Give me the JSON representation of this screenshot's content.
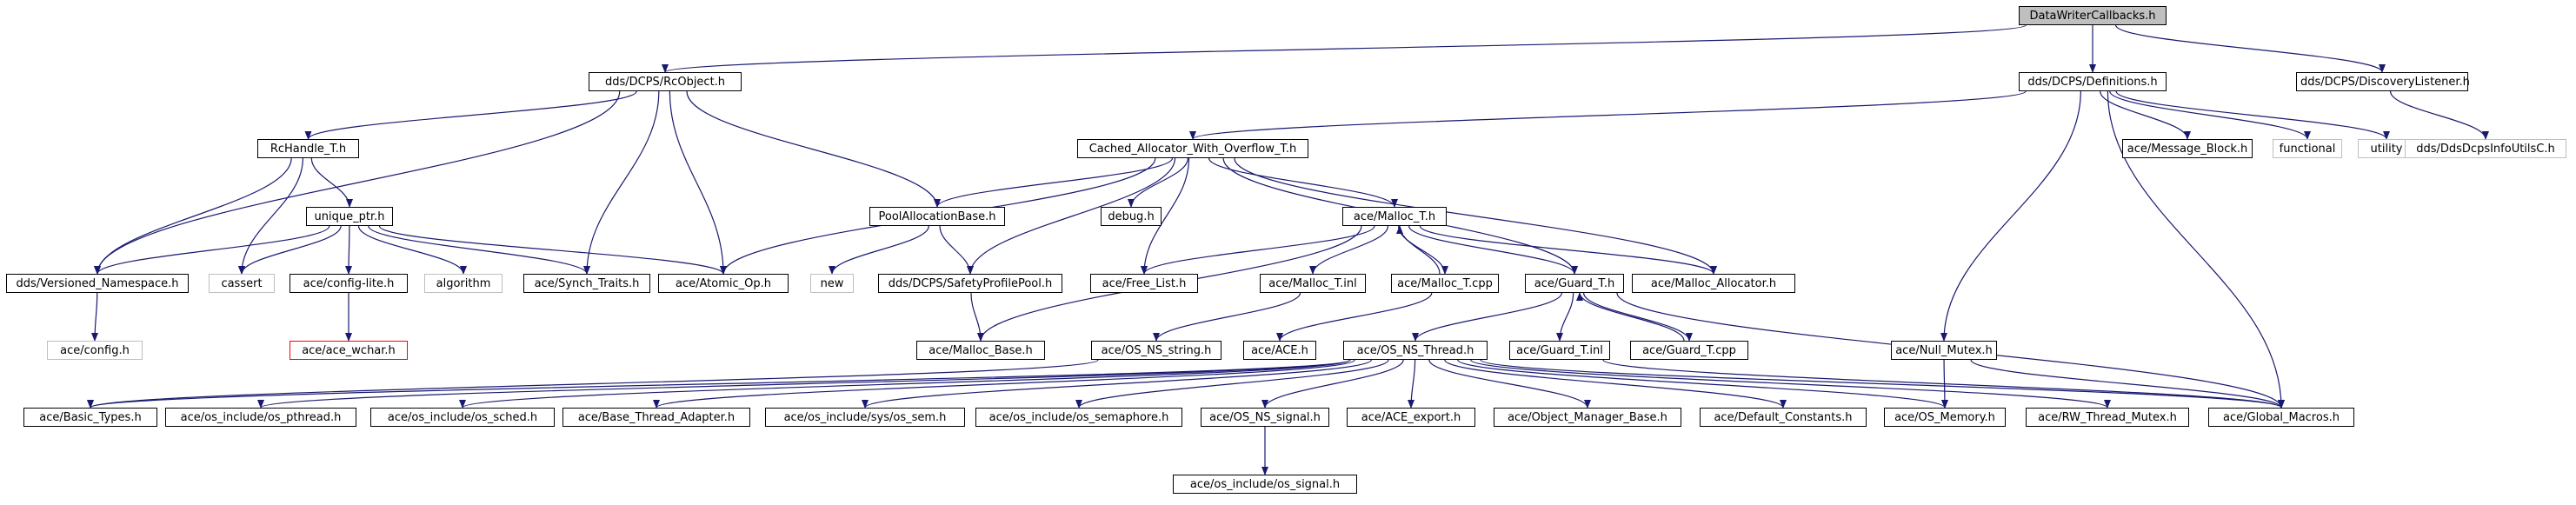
{
  "colors": {
    "edge": "#191970",
    "node_border": "#000000",
    "external_border": "#bfbfbf",
    "truncated_border": "#ff0000",
    "root_fill": "#bfbfbf"
  },
  "nodes": {
    "root": "DataWriterCallbacks.h",
    "rcobject": "dds/DCPS/RcObject.h",
    "definitions": "dds/DCPS/Definitions.h",
    "discoverylistener": "dds/DCPS/DiscoveryListener.h",
    "rchandle": "RcHandle_T.h",
    "cached_alloc": "Cached_Allocator_With_Overflow_T.h",
    "message_block": "ace/Message_Block.h",
    "functional": "functional",
    "utility": "utility",
    "ddsdcpsinfo": "dds/DdsDcpsInfoUtilsC.h",
    "unique_ptr": "unique_ptr.h",
    "poolalloc": "PoolAllocationBase.h",
    "debug": "debug.h",
    "malloc_t": "ace/Malloc_T.h",
    "versioned_ns": "dds/Versioned_Namespace.h",
    "cassert": "cassert",
    "config_lite": "ace/config-lite.h",
    "algorithm": "algorithm",
    "synch_traits": "ace/Synch_Traits.h",
    "atomic_op": "ace/Atomic_Op.h",
    "new": "new",
    "safety_pool": "dds/DCPS/SafetyProfilePool.h",
    "free_list": "ace/Free_List.h",
    "malloc_t_inl": "ace/Malloc_T.inl",
    "malloc_t_cpp": "ace/Malloc_T.cpp",
    "guard_t": "ace/Guard_T.h",
    "malloc_allocator": "ace/Malloc_Allocator.h",
    "config": "ace/config.h",
    "ace_wchar": "ace/ace_wchar.h",
    "malloc_base": "ace/Malloc_Base.h",
    "os_ns_string": "ace/OS_NS_string.h",
    "ace_h": "ace/ACE.h",
    "os_ns_thread": "ace/OS_NS_Thread.h",
    "guard_t_inl": "ace/Guard_T.inl",
    "guard_t_cpp": "ace/Guard_T.cpp",
    "null_mutex": "ace/Null_Mutex.h",
    "basic_types": "ace/Basic_Types.h",
    "os_pthread": "ace/os_include/os_pthread.h",
    "os_sched": "ace/os_include/os_sched.h",
    "base_thread_adapter": "ace/Base_Thread_Adapter.h",
    "os_sem": "ace/os_include/sys/os_sem.h",
    "os_semaphore": "ace/os_include/os_semaphore.h",
    "os_ns_signal": "ace/OS_NS_signal.h",
    "ace_export": "ace/ACE_export.h",
    "object_manager_base": "ace/Object_Manager_Base.h",
    "default_constants": "ace/Default_Constants.h",
    "os_memory": "ace/OS_Memory.h",
    "rw_thread_mutex": "ace/RW_Thread_Mutex.h",
    "global_macros": "ace/Global_Macros.h",
    "os_signal": "ace/os_include/os_signal.h"
  },
  "edges": [
    [
      "root",
      "rcobject"
    ],
    [
      "root",
      "definitions"
    ],
    [
      "root",
      "discoverylistener"
    ],
    [
      "rcobject",
      "rchandle"
    ],
    [
      "rcobject",
      "versioned_ns"
    ],
    [
      "rcobject",
      "synch_traits"
    ],
    [
      "rcobject",
      "atomic_op"
    ],
    [
      "rcobject",
      "poolalloc"
    ],
    [
      "rchandle",
      "unique_ptr"
    ],
    [
      "rchandle",
      "versioned_ns"
    ],
    [
      "rchandle",
      "cassert"
    ],
    [
      "unique_ptr",
      "versioned_ns"
    ],
    [
      "unique_ptr",
      "cassert"
    ],
    [
      "unique_ptr",
      "config_lite"
    ],
    [
      "unique_ptr",
      "algorithm"
    ],
    [
      "unique_ptr",
      "synch_traits"
    ],
    [
      "unique_ptr",
      "atomic_op"
    ],
    [
      "versioned_ns",
      "config"
    ],
    [
      "config_lite",
      "ace_wchar"
    ],
    [
      "definitions",
      "cached_alloc"
    ],
    [
      "definitions",
      "message_block"
    ],
    [
      "definitions",
      "functional"
    ],
    [
      "definitions",
      "utility"
    ],
    [
      "definitions",
      "null_mutex"
    ],
    [
      "definitions",
      "global_macros"
    ],
    [
      "discoverylistener",
      "ddsdcpsinfo"
    ],
    [
      "cached_alloc",
      "poolalloc"
    ],
    [
      "cached_alloc",
      "debug"
    ],
    [
      "cached_alloc",
      "malloc_t"
    ],
    [
      "cached_alloc",
      "atomic_op"
    ],
    [
      "cached_alloc",
      "free_list"
    ],
    [
      "cached_alloc",
      "safety_pool"
    ],
    [
      "cached_alloc",
      "guard_t"
    ],
    [
      "cached_alloc",
      "malloc_allocator"
    ],
    [
      "poolalloc",
      "new"
    ],
    [
      "poolalloc",
      "safety_pool"
    ],
    [
      "safety_pool",
      "malloc_base"
    ],
    [
      "malloc_t",
      "free_list"
    ],
    [
      "malloc_t",
      "malloc_t_inl"
    ],
    [
      "malloc_t",
      "malloc_t_cpp"
    ],
    [
      "malloc_t",
      "guard_t"
    ],
    [
      "malloc_t",
      "malloc_allocator"
    ],
    [
      "malloc_t",
      "malloc_base"
    ],
    [
      "malloc_t_cpp",
      "malloc_t"
    ],
    [
      "malloc_t_cpp",
      "ace_h"
    ],
    [
      "malloc_t_inl",
      "os_ns_string"
    ],
    [
      "guard_t",
      "os_ns_thread"
    ],
    [
      "guard_t",
      "guard_t_inl"
    ],
    [
      "guard_t",
      "guard_t_cpp"
    ],
    [
      "guard_t",
      "global_macros"
    ],
    [
      "guard_t_cpp",
      "guard_t"
    ],
    [
      "os_ns_string",
      "basic_types"
    ],
    [
      "os_ns_thread",
      "basic_types"
    ],
    [
      "os_ns_thread",
      "os_pthread"
    ],
    [
      "os_ns_thread",
      "os_sched"
    ],
    [
      "os_ns_thread",
      "base_thread_adapter"
    ],
    [
      "os_ns_thread",
      "os_sem"
    ],
    [
      "os_ns_thread",
      "os_semaphore"
    ],
    [
      "os_ns_thread",
      "os_ns_signal"
    ],
    [
      "os_ns_thread",
      "ace_export"
    ],
    [
      "os_ns_thread",
      "object_manager_base"
    ],
    [
      "os_ns_thread",
      "default_constants"
    ],
    [
      "os_ns_thread",
      "os_memory"
    ],
    [
      "os_ns_thread",
      "rw_thread_mutex"
    ],
    [
      "os_ns_thread",
      "global_macros"
    ],
    [
      "os_ns_signal",
      "os_signal"
    ],
    [
      "null_mutex",
      "os_memory"
    ],
    [
      "null_mutex",
      "global_macros"
    ],
    [
      "guard_t_inl",
      "global_macros"
    ]
  ]
}
